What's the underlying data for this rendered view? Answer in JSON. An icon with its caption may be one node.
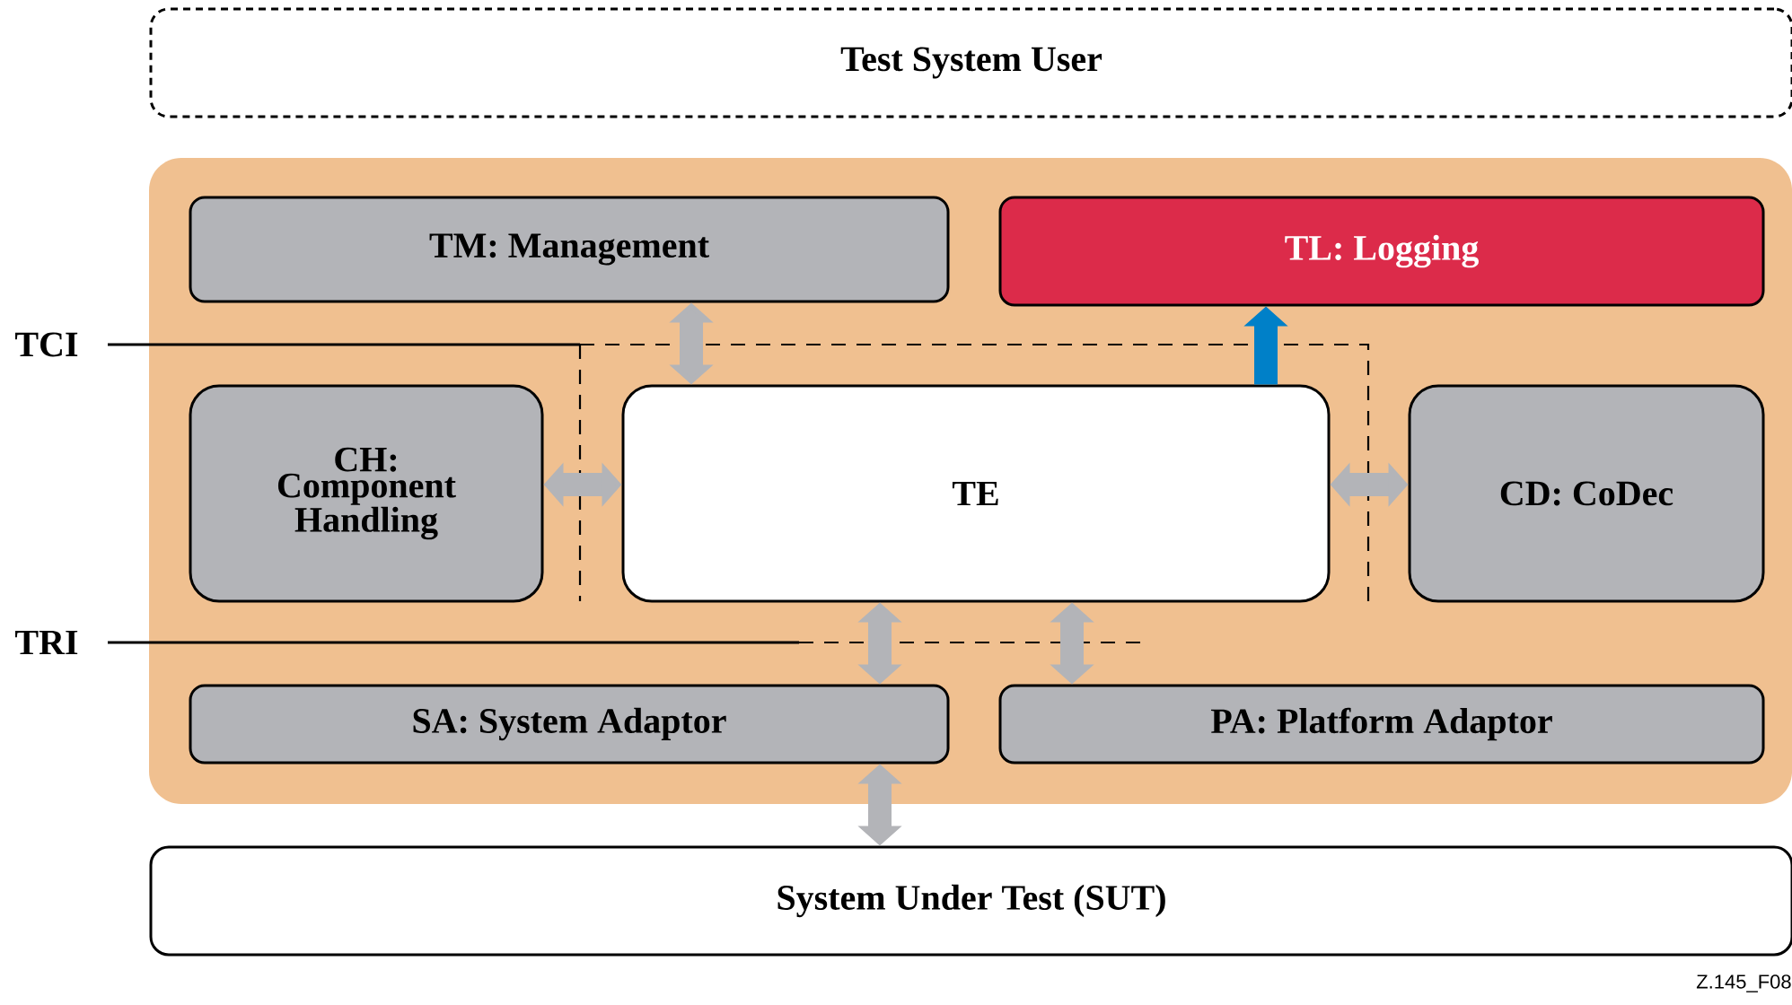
{
  "diagram": {
    "nodes": [
      {
        "text": [
          "Test System User"
        ]
      },
      {
        "text": [],
        "shape": "box"
      },
      {
        "text": [
          "TM: Management"
        ],
        "in": 1
      },
      {
        "text": [
          "TL: Logging"
        ],
        "in": 1
      },
      {
        "text": [
          "CH: Component Handling"
        ],
        "in": 1
      },
      {
        "text": [
          "TE"
        ],
        "in": 1
      },
      {
        "text": [
          "CD: CoDec"
        ],
        "in": 1
      },
      {
        "text": [
          "SA: System Adaptor"
        ],
        "in": 1
      },
      {
        "text": [
          "PA: Platform Adaptor"
        ],
        "in": 1
      },
      {
        "text": [
          "System Under Test (SUT)"
        ]
      }
    ],
    "edges": [
      {
        "from": 2,
        "to": 5,
        "arrow": "both"
      },
      {
        "from": 4,
        "to": 5,
        "arrow": "both"
      },
      {
        "from": 5,
        "to": 6,
        "arrow": "both"
      },
      {
        "from": 5,
        "to": 3,
        "arrow": "to",
        "color": "#0080c8"
      },
      {
        "from": 5,
        "to": 7,
        "arrow": "both"
      },
      {
        "from": 5,
        "to": 8,
        "arrow": "both"
      },
      {
        "from": 7,
        "to": 9,
        "arrow": "both"
      }
    ],
    "labels": [
      "TCI",
      "TRI",
      "Z.145_F08"
    ]
  }
}
